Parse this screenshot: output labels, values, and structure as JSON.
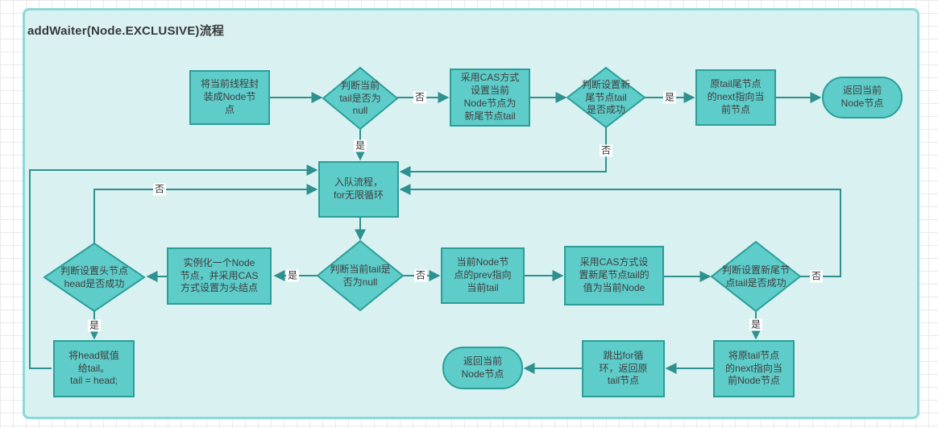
{
  "title": "addWaiter(Node.EXCLUSIVE)流程",
  "colors": {
    "node_fill": "#5eccc9",
    "node_border": "#2b9e99",
    "connector": "#2e918e",
    "canvas_fill": "#d9f1f1",
    "canvas_border": "#8dd8d8",
    "text": "#3e3e3e"
  },
  "nodes": [
    {
      "id": "wrap-thread",
      "type": "process",
      "text": "将当前线程封\n装成Node节\n点"
    },
    {
      "id": "check-tail-null-1",
      "type": "decision",
      "text": "判断当前\ntail是否为\nnull"
    },
    {
      "id": "cas-set-tail",
      "type": "process",
      "text": "采用CAS方式\n设置当前\nNode节点为\n新尾节点tail"
    },
    {
      "id": "check-set-new-tail-1",
      "type": "decision",
      "text": "判断设置新\n尾节点tail\n是否成功"
    },
    {
      "id": "old-tail-next",
      "type": "process",
      "text": "原tail尾节点\n的next指向当\n前节点"
    },
    {
      "id": "return-node-top",
      "type": "terminator",
      "text": "返回当前\nNode节点"
    },
    {
      "id": "enqueue-loop",
      "type": "process",
      "text": "入队流程，\nfor无限循环"
    },
    {
      "id": "check-tail-null-2",
      "type": "decision",
      "text": "判断当前tail是\n否为null"
    },
    {
      "id": "node-prev-tail",
      "type": "process",
      "text": "当前Node节\n点的prev指向\n当前tail"
    },
    {
      "id": "cas-set-new-tail",
      "type": "process",
      "text": "采用CAS方式设\n置新尾节点tail的\n值为当前Node"
    },
    {
      "id": "check-set-new-tail-2",
      "type": "decision",
      "text": "判断设置新尾节\n点tail是否成功"
    },
    {
      "id": "init-node-head",
      "type": "process",
      "text": "实例化一个Node\n节点，并采用CAS\n方式设置为头结点"
    },
    {
      "id": "check-set-head",
      "type": "decision",
      "text": "判断设置头节点\nhead是否成功"
    },
    {
      "id": "assign-head-to-tail",
      "type": "process",
      "text": "将head赋值\n给tail。\ntail = head;"
    },
    {
      "id": "old-tail-next-node",
      "type": "process",
      "text": "将原tail节点\n的next指向当\n前Node节点"
    },
    {
      "id": "break-for-loop",
      "type": "process",
      "text": "跳出for循\n环，返回原\ntail节点"
    },
    {
      "id": "return-node-bottom",
      "type": "terminator",
      "text": "返回当前\nNode节点"
    }
  ],
  "edge_labels": [
    {
      "text": "否"
    },
    {
      "text": "是"
    },
    {
      "text": "是"
    },
    {
      "text": "否"
    },
    {
      "text": "否"
    },
    {
      "text": "否"
    },
    {
      "text": "是"
    },
    {
      "text": "是"
    },
    {
      "text": "否"
    },
    {
      "text": "是"
    }
  ]
}
